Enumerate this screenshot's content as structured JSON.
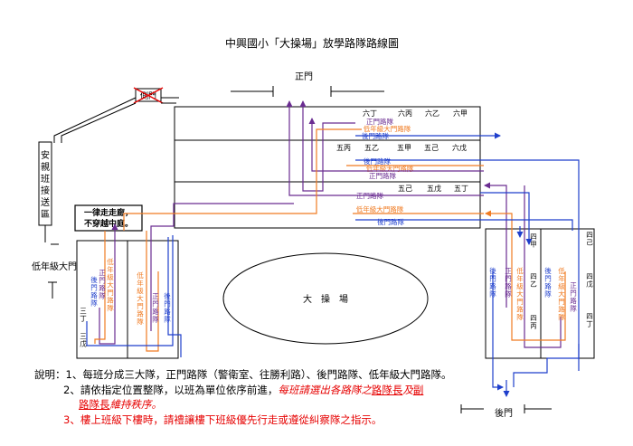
{
  "title": "中興國小「大操場」放學路隊路線圖",
  "gates": {
    "main": "正門",
    "side": "側門",
    "back": "後門",
    "low_grade": "低年級大門"
  },
  "pickup_area": "安親班接送區",
  "notice_box": [
    "一律走走廊，",
    "不穿越中庭。"
  ],
  "playground": "大　操　場",
  "route_names": {
    "main": "正門路隊",
    "low": "低年級大門路隊",
    "back": "後門路隊"
  },
  "classes": {
    "row1": [
      "六丁",
      "六丙",
      "六乙",
      "六甲"
    ],
    "row2": [
      "五丙",
      "五乙",
      "五甲",
      "五己",
      "六戊"
    ],
    "row3": [
      "五己",
      "五戊",
      "五丁"
    ],
    "left": [
      "三丁",
      "三戊"
    ],
    "right_a": [
      "四甲",
      "四乙",
      "四丙"
    ],
    "right_b": [
      "四己",
      "四戊",
      "四丁"
    ]
  },
  "notes": {
    "line1": "說明：1、每班分成三大隊，正門路隊（警衛室、往勝利路）、後門路隊、低年級大門路隊。",
    "line2_num": "2、",
    "line2_a": "請依指定位置整隊，以班為單位依序前進，",
    "line2_b": "每班請選出各路隊之",
    "line2_c": "路隊長",
    "line2_d": "及",
    "line2_e": "副",
    "line3_a": "路隊長",
    "line3_b": "維持秩序。",
    "line4_num": "3、",
    "line4": "樓上班級下樓時，請禮讓樓下班級優先行走或遵從糾察隊之指示。"
  },
  "colors": {
    "main_route": "#6a2c91",
    "low_route": "#f07b22",
    "back_route": "#1f3fcc",
    "side_gate_cross": "#e60000",
    "notice_red": "#e60000"
  }
}
